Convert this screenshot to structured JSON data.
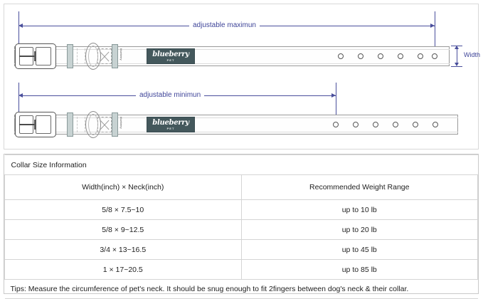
{
  "diagram": {
    "max_label": "adjustable maximun",
    "min_label": "adjustable minimun",
    "width_label": "Width",
    "brand": "blueberry",
    "brand_sub": "PET",
    "keeper_text": "blueberry",
    "accent_color": "#4a4f9c",
    "tag_color": "#44585c",
    "keeper_color": "#c7d2d2",
    "holes_max": 6,
    "holes_min": 6
  },
  "table": {
    "title": "Collar Size Information",
    "headers": [
      "Width(inch)  ×  Neck(inch)",
      "Recommended Weight Range"
    ],
    "rows": [
      [
        "5/8 × 7.5~10",
        "up to 10 lb"
      ],
      [
        "5/8 × 9~12.5",
        "up to 20 lb"
      ],
      [
        "3/4 × 13~16.5",
        "up to 45 lb"
      ],
      [
        "1 × 17~20.5",
        "up to 85 lb"
      ]
    ],
    "tips": "Tips: Measure the circumference of pet's neck. It should be snug enough to fit 2fingers between dog's neck & their collar."
  }
}
